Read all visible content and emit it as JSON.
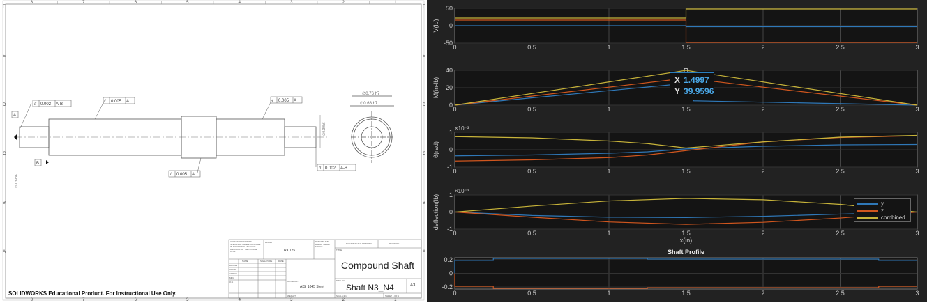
{
  "drawing": {
    "zone_columns": [
      "8",
      "7",
      "6",
      "5",
      "4",
      "3",
      "2",
      "1"
    ],
    "zone_rows": [
      "F",
      "E",
      "D",
      "C",
      "B",
      "A"
    ],
    "gdt": [
      {
        "symbol": "//",
        "value": "0.002",
        "datum": "A-B"
      },
      {
        "symbol": "/",
        "value": "0.005",
        "datum": "A"
      },
      {
        "symbol": "/",
        "value": "0.005",
        "datum": "A"
      },
      {
        "symbol": "/",
        "value": "0.005",
        "datum": "A"
      },
      {
        "symbol": "//",
        "value": "0.002",
        "datum": "A-B"
      }
    ],
    "datums": [
      "A",
      "B"
    ],
    "dims": {
      "outer": "∅0.76  h7",
      "inner": "∅0.68  h7",
      "left_shaft": "∅0.39h6",
      "right_shaft": "∅0.39h6"
    },
    "title_block": {
      "finish_label": "FINISH",
      "finish": "Ra 125",
      "note": "UNLESS OTHERWISE SPECIFIED: DIMENSIONS ARE IN INCHES TOLERANCES: ANGULAR ±1° TWO PLACE ±0.01",
      "deburr": "DEBURR AND BREAK SHARP EDGES",
      "do_not_scale": "DO NOT SCALE DRAWING",
      "revision": "REVISION",
      "cols": [
        "NAME",
        "SIGNATURE",
        "DATE"
      ],
      "rows": [
        "DRAWN",
        "CHK'D",
        "APPV'D",
        "MFG",
        "Q.A"
      ],
      "title_label": "TITLE:",
      "title": "Compound Shaft",
      "material_label": "MATERIAL:",
      "material": "AISI 1045 Steel",
      "dwg_label": "DWG NO.",
      "dwg_no": "Shaft N3_N4",
      "size": "A3",
      "weight_label": "WEIGHT:",
      "scale": "SCALE:2:1",
      "sheet": "SHEET 1 OF 1"
    },
    "footer": "SOLIDWORKS Educational Product. For Instructional Use Only."
  },
  "datatip": {
    "x_label": "X",
    "x": "1.4997",
    "y_label": "Y",
    "y": "39.9596"
  },
  "legend": [
    "y",
    "z",
    "combined"
  ],
  "colors": {
    "y": "#2f78b8",
    "z": "#d0561e",
    "combined": "#c8b43a",
    "axes_bg": "#141414",
    "figure_bg": "#222222",
    "datatip": "#4aa8e8"
  },
  "chart_data": [
    {
      "type": "line",
      "ylabel": "V(lb)",
      "ylim": [
        -50,
        50
      ],
      "yticks": [
        "50",
        "0",
        "-50"
      ],
      "ytick_values": [
        50,
        0,
        -50
      ],
      "xlim": [
        0,
        3
      ],
      "xticks": [
        "0",
        "0.5",
        "1",
        "1.5",
        "2",
        "2.5",
        "3"
      ],
      "grid": true,
      "series": [
        {
          "name": "y",
          "x": [
            0,
            1.5,
            1.5,
            3
          ],
          "y": [
            0,
            0,
            -3,
            -3
          ]
        },
        {
          "name": "z",
          "x": [
            0,
            1.5,
            1.5,
            3
          ],
          "y": [
            16,
            16,
            -48,
            -48
          ]
        },
        {
          "name": "combined",
          "x": [
            0,
            1.5,
            1.5,
            3
          ],
          "y": [
            22,
            22,
            48,
            48
          ]
        }
      ]
    },
    {
      "type": "line",
      "ylabel": "M(in-lb)",
      "ylim": [
        0,
        40
      ],
      "yticks": [
        "40",
        "20",
        "0"
      ],
      "ytick_values": [
        40,
        20,
        0
      ],
      "xlim": [
        0,
        3
      ],
      "xticks": [
        "0",
        "0.5",
        "1",
        "1.5",
        "2",
        "2.5",
        "3"
      ],
      "grid": true,
      "series": [
        {
          "name": "y",
          "x": [
            0,
            1.5,
            1.55,
            3
          ],
          "y": [
            0,
            25,
            5,
            0
          ]
        },
        {
          "name": "z",
          "x": [
            0,
            1.5,
            3
          ],
          "y": [
            0,
            31,
            0
          ]
        },
        {
          "name": "combined",
          "x": [
            0,
            1.5,
            3
          ],
          "y": [
            0,
            39.96,
            0
          ]
        }
      ]
    },
    {
      "type": "line",
      "ylabel": "θ(rad)",
      "multiplier": "×10⁻³",
      "ylim": [
        -1,
        1
      ],
      "yticks": [
        "1",
        "0",
        "-1"
      ],
      "ytick_values": [
        1,
        0,
        -1
      ],
      "xlim": [
        0,
        3
      ],
      "xticks": [
        "0",
        "0.5",
        "1",
        "1.5",
        "2",
        "2.5",
        "3"
      ],
      "grid": true,
      "series": [
        {
          "name": "y",
          "x": [
            0,
            0.5,
            1,
            1.25,
            1.5,
            2,
            2.5,
            3
          ],
          "y": [
            -0.35,
            -0.3,
            -0.2,
            -0.12,
            0.05,
            0.2,
            0.28,
            0.3
          ]
        },
        {
          "name": "z",
          "x": [
            0,
            0.5,
            1,
            1.25,
            1.5,
            2,
            2.5,
            3
          ],
          "y": [
            -0.65,
            -0.58,
            -0.45,
            -0.3,
            -0.05,
            0.45,
            0.7,
            0.8
          ]
        },
        {
          "name": "combined",
          "x": [
            0,
            0.5,
            1,
            1.25,
            1.5,
            2,
            2.5,
            3
          ],
          "y": [
            0.75,
            0.68,
            0.5,
            0.35,
            0.1,
            0.45,
            0.72,
            0.82
          ]
        }
      ]
    },
    {
      "type": "line",
      "ylabel": "deflection(lb)",
      "xlabel": "x(in)",
      "multiplier": "×10⁻³",
      "ylim": [
        -1,
        1
      ],
      "yticks": [
        "1",
        "0",
        "-1"
      ],
      "ytick_values": [
        1,
        0,
        -1
      ],
      "xlim": [
        0,
        3
      ],
      "xticks": [
        "0",
        "0.5",
        "1",
        "1.5",
        "2",
        "2.5",
        "3"
      ],
      "grid": true,
      "legend": "top-right",
      "series": [
        {
          "name": "y",
          "x": [
            0,
            0.5,
            1,
            1.5,
            2,
            2.5,
            3
          ],
          "y": [
            0,
            -0.2,
            -0.3,
            -0.32,
            -0.25,
            -0.12,
            0
          ]
        },
        {
          "name": "z",
          "x": [
            0,
            0.5,
            1,
            1.5,
            2,
            2.5,
            3
          ],
          "y": [
            0,
            -0.3,
            -0.58,
            -0.72,
            -0.6,
            -0.35,
            0
          ]
        },
        {
          "name": "combined",
          "x": [
            0,
            0.5,
            1,
            1.5,
            2,
            2.5,
            3
          ],
          "y": [
            0,
            0.35,
            0.65,
            0.8,
            0.72,
            0.45,
            0
          ]
        }
      ]
    },
    {
      "type": "line",
      "title": "Shaft Profile",
      "ylim": [
        -0.23,
        0.23
      ],
      "yticks": [
        "0.2",
        "0",
        "-0.2"
      ],
      "ytick_values": [
        0.2,
        0,
        -0.2
      ],
      "xlim": [
        0,
        3
      ],
      "xticks": [
        "0",
        "0.5",
        "1",
        "1.5",
        "2",
        "2.5",
        "3"
      ],
      "grid": true,
      "series": [
        {
          "x": [
            0,
            0,
            0.25,
            0.25,
            1.25,
            1.25,
            2.75,
            2.75,
            3
          ],
          "y": [
            0,
            0.19,
            0.19,
            0.22,
            0.22,
            0.21,
            0.21,
            0.19,
            0.19
          ]
        },
        {
          "x": [
            0,
            0,
            0.25,
            0.25,
            1.25,
            1.25,
            2.75,
            2.75,
            3
          ],
          "y": [
            0,
            -0.19,
            -0.19,
            -0.22,
            -0.22,
            -0.21,
            -0.21,
            -0.19,
            -0.19
          ]
        }
      ]
    }
  ]
}
